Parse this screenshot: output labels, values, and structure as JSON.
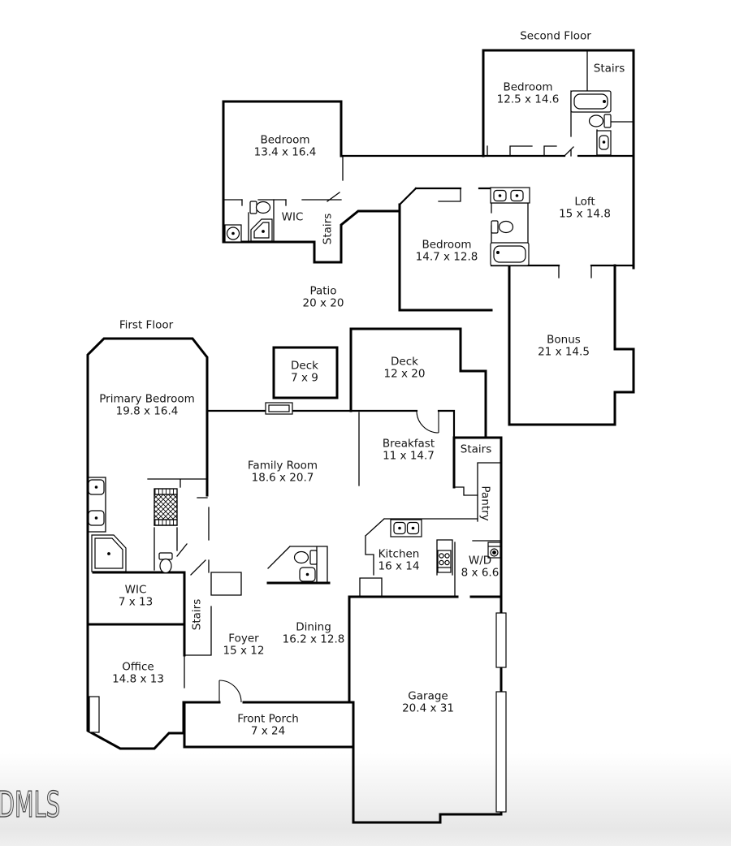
{
  "watermark": "DMLS",
  "colors": {
    "wall": "#000000",
    "text": "#141414",
    "watermark": "#3c3c3c"
  },
  "floors": {
    "second": {
      "title": "Second Floor",
      "rooms": {
        "bedroom_right": {
          "name": "Bedroom",
          "dims": "12.5 x 14.6"
        },
        "stairs_top": {
          "name": "Stairs"
        },
        "bedroom_left": {
          "name": "Bedroom",
          "dims": "13.4 x 16.4"
        },
        "wic": {
          "name": "WIC"
        },
        "stairs_mid": {
          "name": "Stairs"
        },
        "bedroom_mid": {
          "name": "Bedroom",
          "dims": "14.7 x 12.8"
        },
        "loft": {
          "name": "Loft",
          "dims": "15 x 14.8"
        },
        "patio": {
          "name": "Patio",
          "dims": "20 x 20"
        },
        "bonus": {
          "name": "Bonus",
          "dims": "21 x 14.5"
        }
      }
    },
    "first": {
      "title": "First Floor",
      "rooms": {
        "primary_bedroom": {
          "name": "Primary Bedroom",
          "dims": "19.8 x 16.4"
        },
        "deck_small": {
          "name": "Deck",
          "dims": "7 x 9"
        },
        "deck_large": {
          "name": "Deck",
          "dims": "12 x 20"
        },
        "family_room": {
          "name": "Family Room",
          "dims": "18.6 x 20.7"
        },
        "breakfast": {
          "name": "Breakfast",
          "dims": "11 x 14.7"
        },
        "stairs": {
          "name": "Stairs"
        },
        "pantry": {
          "name": "Pantry"
        },
        "kitchen": {
          "name": "Kitchen",
          "dims": "16 x 14"
        },
        "laundry": {
          "name": "W/D",
          "dims": "8 x 6.6"
        },
        "wic": {
          "name": "WIC",
          "dims": "7 x 13"
        },
        "stairs_lower": {
          "name": "Stairs"
        },
        "foyer": {
          "name": "Foyer",
          "dims": "15 x 12"
        },
        "dining": {
          "name": "Dining",
          "dims": "16.2 x 12.8"
        },
        "office": {
          "name": "Office",
          "dims": "14.8 x 13"
        },
        "front_porch": {
          "name": "Front Porch",
          "dims": "7 x 24"
        },
        "garage": {
          "name": "Garage",
          "dims": "20.4 x 31"
        }
      }
    }
  }
}
